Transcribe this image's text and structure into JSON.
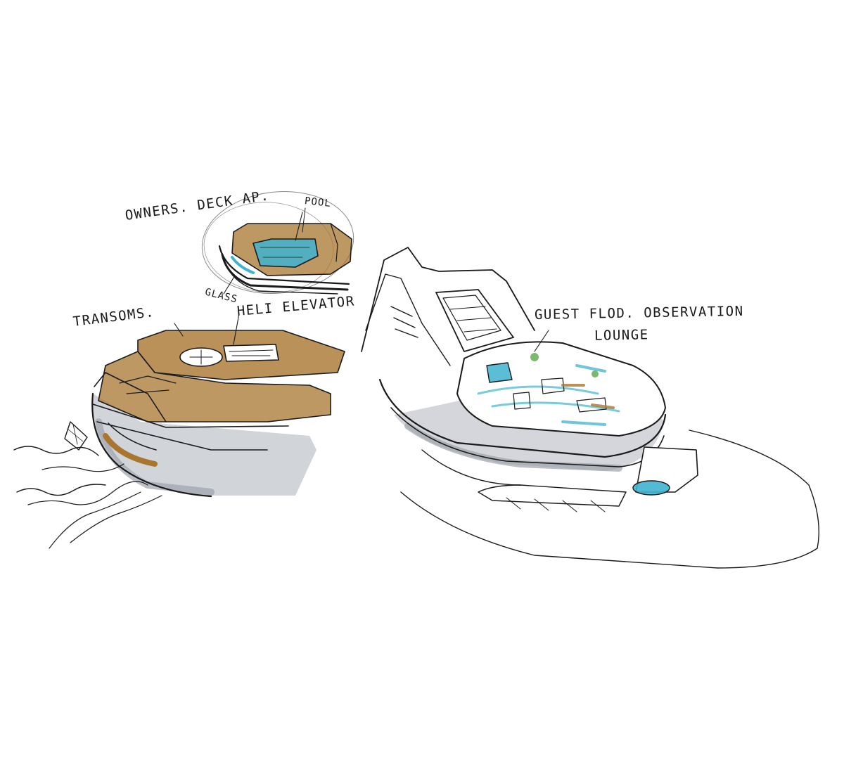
{
  "labels": {
    "owners_deck": "OWNERS. DECK AP.",
    "pool": "POOL",
    "glass": "GLASS",
    "transom": "TRANSOMS.",
    "heli_elevator": "HELI ELEVATOR",
    "guest_line1": "GUEST FLOD. OBSERVATION",
    "guest_line2": "LOUNGE"
  },
  "colors": {
    "ink": "#1a1a1a",
    "teak": "#a8762f",
    "water": "#3fb3cf",
    "grey_marker": "#c9ccd2",
    "greenery": "#5aa84a"
  }
}
